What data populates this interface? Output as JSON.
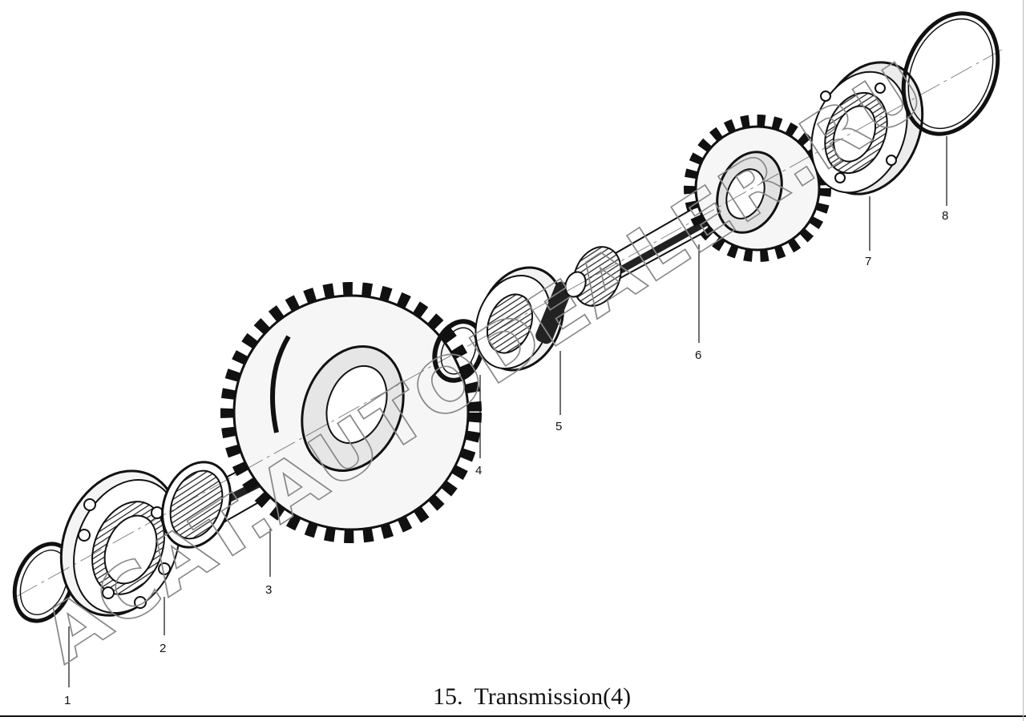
{
  "caption": {
    "number": "15.",
    "title": "Transmission(4)"
  },
  "watermark": "ACAT.AUTODEALER.RU",
  "callouts": [
    "1",
    "2",
    "3",
    "4",
    "5",
    "6",
    "7",
    "8"
  ],
  "colors": {
    "ink": "#111111",
    "watermark": "#888888",
    "paper": "#ffffff"
  }
}
